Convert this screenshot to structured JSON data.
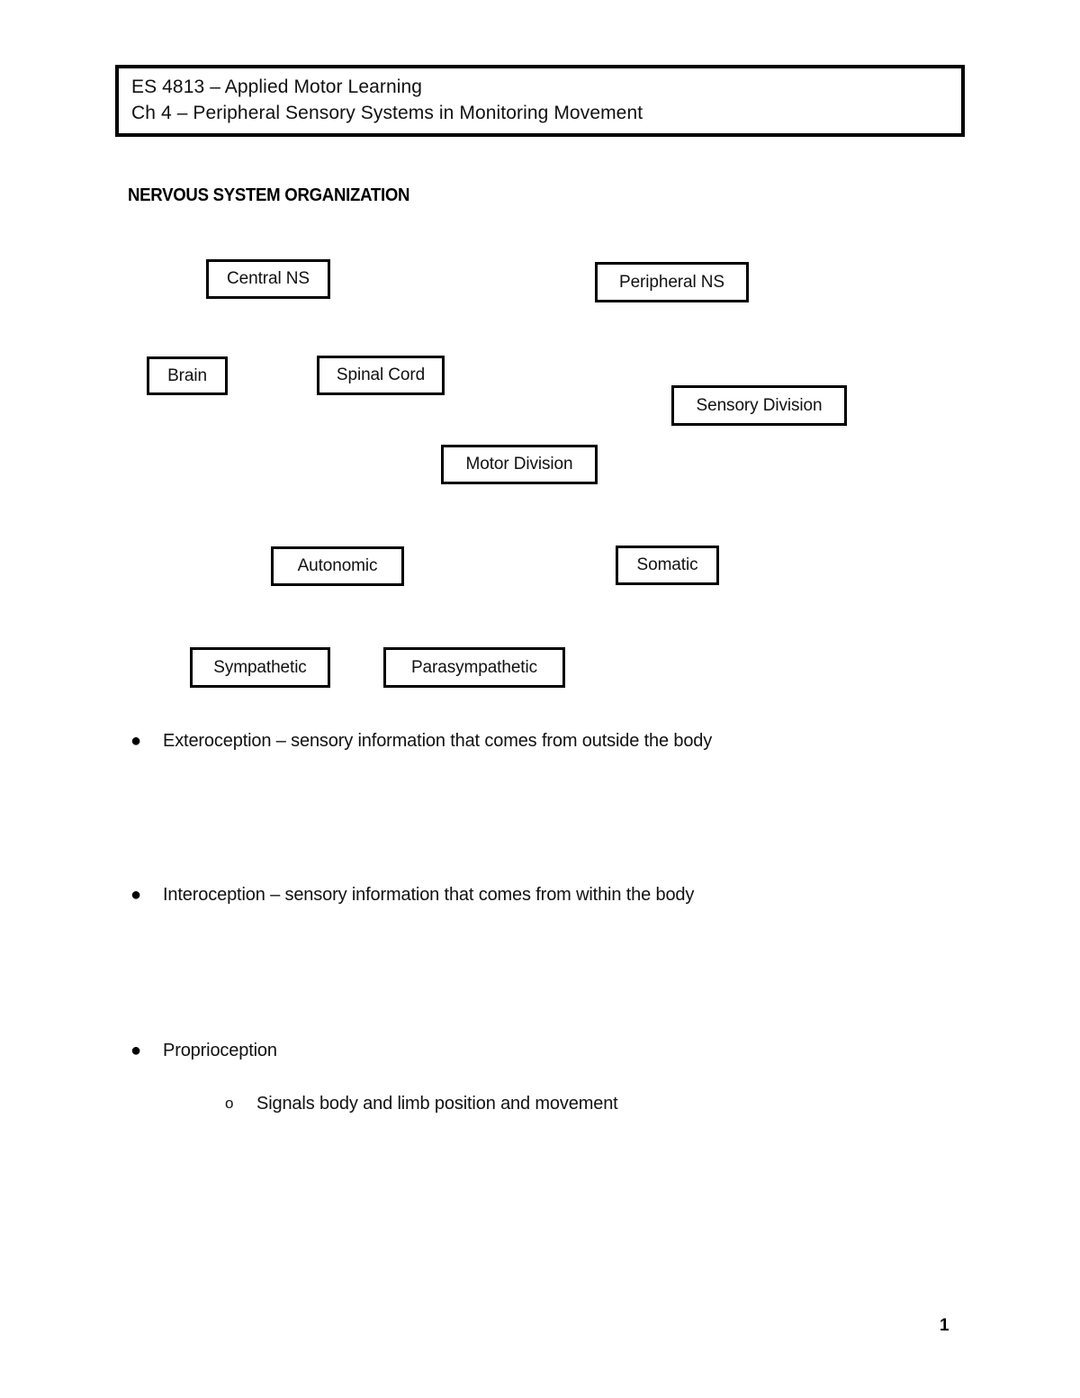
{
  "document": {
    "header": {
      "line1": "ES 4813 – Applied Motor Learning",
      "line2": "Ch 4 – Peripheral Sensory Systems in Monitoring Movement"
    },
    "section_heading": "NERVOUS SYSTEM ORGANIZATION",
    "page_number": "1"
  },
  "diagram": {
    "title": "NERVOUS SYSTEM ORGANIZATION",
    "boxes": [
      {
        "id": "central-ns",
        "label": "Central NS"
      },
      {
        "id": "peripheral-ns",
        "label": "Peripheral NS"
      },
      {
        "id": "brain",
        "label": "Brain"
      },
      {
        "id": "spinal-cord",
        "label": "Spinal Cord"
      },
      {
        "id": "sensory-division",
        "label": "Sensory Division"
      },
      {
        "id": "motor-division",
        "label": "Motor Division"
      },
      {
        "id": "autonomic",
        "label": "Autonomic"
      },
      {
        "id": "somatic",
        "label": "Somatic"
      },
      {
        "id": "sympathetic",
        "label": "Sympathetic"
      },
      {
        "id": "parasympathetic",
        "label": "Parasympathetic"
      }
    ]
  },
  "notes": {
    "bullet_marker": "●",
    "subbullet_marker": "o",
    "items": [
      {
        "text": "Exteroception – sensory information that comes from outside the body",
        "subitems": []
      },
      {
        "text": "Interoception – sensory information that comes from within the body",
        "subitems": []
      },
      {
        "text": "Proprioception",
        "subitems": [
          {
            "text": "Signals body and limb position and movement"
          }
        ]
      }
    ]
  },
  "colors": {
    "text": "#111111",
    "border": "#000000",
    "background": "#ffffff"
  }
}
